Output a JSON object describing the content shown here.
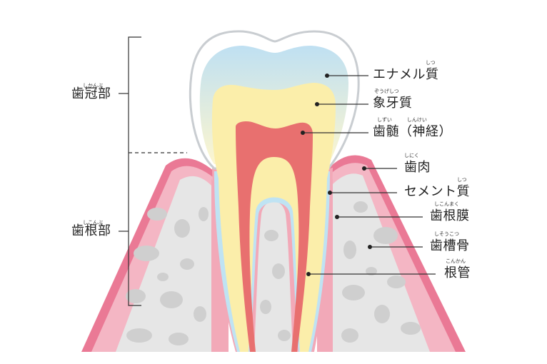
{
  "crown": {
    "text": "歯冠部",
    "reading": "しかんぶ"
  },
  "root": {
    "text": "歯根部",
    "reading": "しこんぶ"
  },
  "labels": [
    {
      "key": "enamel",
      "text": "エナメル質",
      "reading": "しつ"
    },
    {
      "key": "dentin",
      "text": "象牙質",
      "reading": "ぞうげしつ"
    },
    {
      "key": "pulp",
      "text": "歯髄（神経）",
      "reading": "しずい　　　しんけい"
    },
    {
      "key": "gum",
      "text": "歯肉",
      "reading": "しにく"
    },
    {
      "key": "cementum",
      "text": "セメント質",
      "reading": "しつ"
    },
    {
      "key": "pdl",
      "text": "歯根膜",
      "reading": "しこんまく"
    },
    {
      "key": "bone",
      "text": "歯槽骨",
      "reading": "しそうこつ"
    },
    {
      "key": "canal",
      "text": "根管",
      "reading": "こんかん"
    }
  ],
  "colors": {
    "gum_dark": "#e9738f",
    "gum_light": "#f4b6c4",
    "bone": "#e6e6e6",
    "bone_spot": "#cfcfcf",
    "enamel_top": "#bfe0f2",
    "enamel_bottom": "#fdf6cf",
    "dentin": "#fbeeaa",
    "pulp": "#e8706f",
    "cementum": "#bfe3f3",
    "outline": "#c9cdd1"
  }
}
